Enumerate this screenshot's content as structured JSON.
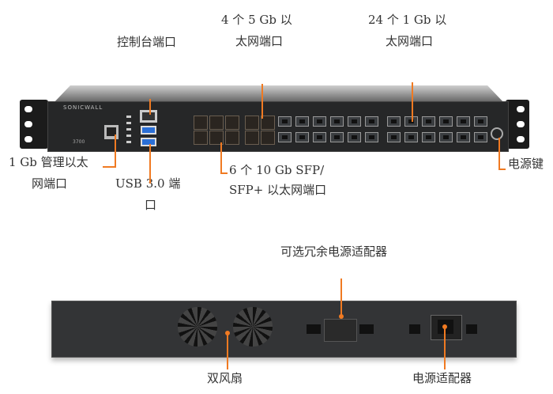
{
  "front_labels": {
    "console_port": "控制台端口",
    "five_gb_line1": "4 个 5 Gb 以",
    "five_gb_line2": "太网端口",
    "one_gb_line1": "24 个 1 Gb 以",
    "one_gb_line2": "太网端口",
    "mgmt_line1": "1 Gb 管理以太",
    "mgmt_line2": "网端口",
    "usb_line1": "USB 3.0 端",
    "usb_line2": "口",
    "sfp_line1": "6 个 10 Gb SFP/",
    "sfp_line2": "SFP+ 以太网端口",
    "power_button": "电源键"
  },
  "rear_labels": {
    "redundant_psu": "可选冗余电源适配器",
    "dual_fans": "双风扇",
    "power_adapter": "电源适配器"
  },
  "device": {
    "brand": "SONICWALL",
    "model": "3700"
  },
  "colors": {
    "callout": "#f07a22",
    "chassis": "#2b2b2b"
  }
}
